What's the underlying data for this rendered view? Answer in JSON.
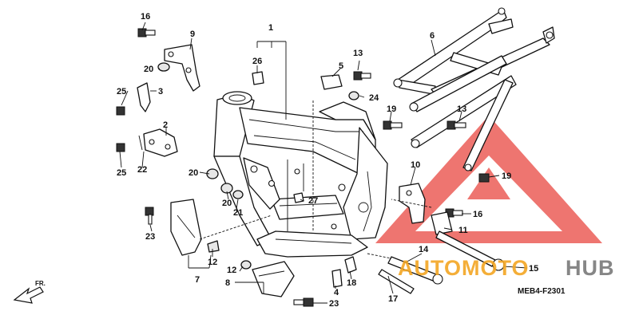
{
  "diagram": {
    "drawing_code": "MEB4-F2301",
    "direction_label": "FR.",
    "callouts": [
      {
        "key": "c16a",
        "text": "16"
      },
      {
        "key": "c9",
        "text": "9"
      },
      {
        "key": "c20a",
        "text": "20"
      },
      {
        "key": "c3",
        "text": "3"
      },
      {
        "key": "c25a",
        "text": "25"
      },
      {
        "key": "c2",
        "text": "2"
      },
      {
        "key": "c25b",
        "text": "25"
      },
      {
        "key": "c22",
        "text": "22"
      },
      {
        "key": "c1",
        "text": "1"
      },
      {
        "key": "c26",
        "text": "26"
      },
      {
        "key": "c5",
        "text": "5"
      },
      {
        "key": "c13a",
        "text": "13"
      },
      {
        "key": "c24",
        "text": "24"
      },
      {
        "key": "c6",
        "text": "6"
      },
      {
        "key": "c19a",
        "text": "19"
      },
      {
        "key": "c13b",
        "text": "13"
      },
      {
        "key": "c20b",
        "text": "20"
      },
      {
        "key": "c20c",
        "text": "20"
      },
      {
        "key": "c27",
        "text": "27"
      },
      {
        "key": "c21",
        "text": "21"
      },
      {
        "key": "c10",
        "text": "10"
      },
      {
        "key": "c19b",
        "text": "19"
      },
      {
        "key": "c16b",
        "text": "16"
      },
      {
        "key": "c11",
        "text": "11"
      },
      {
        "key": "c23a",
        "text": "23"
      },
      {
        "key": "c12a",
        "text": "12"
      },
      {
        "key": "c7",
        "text": "7"
      },
      {
        "key": "c12b",
        "text": "12"
      },
      {
        "key": "c8",
        "text": "8"
      },
      {
        "key": "c14",
        "text": "14"
      },
      {
        "key": "c15",
        "text": "15"
      },
      {
        "key": "c4",
        "text": "4"
      },
      {
        "key": "c18",
        "text": "18"
      },
      {
        "key": "c17",
        "text": "17"
      },
      {
        "key": "c23b",
        "text": "23"
      }
    ]
  },
  "watermark": {
    "brand_part1": "AUTOMOTO",
    "brand_part2": "HUB",
    "triangle_color": "#e8413a",
    "text_color_orange": "#f3a623",
    "text_color_gray": "#7a7a7a"
  }
}
